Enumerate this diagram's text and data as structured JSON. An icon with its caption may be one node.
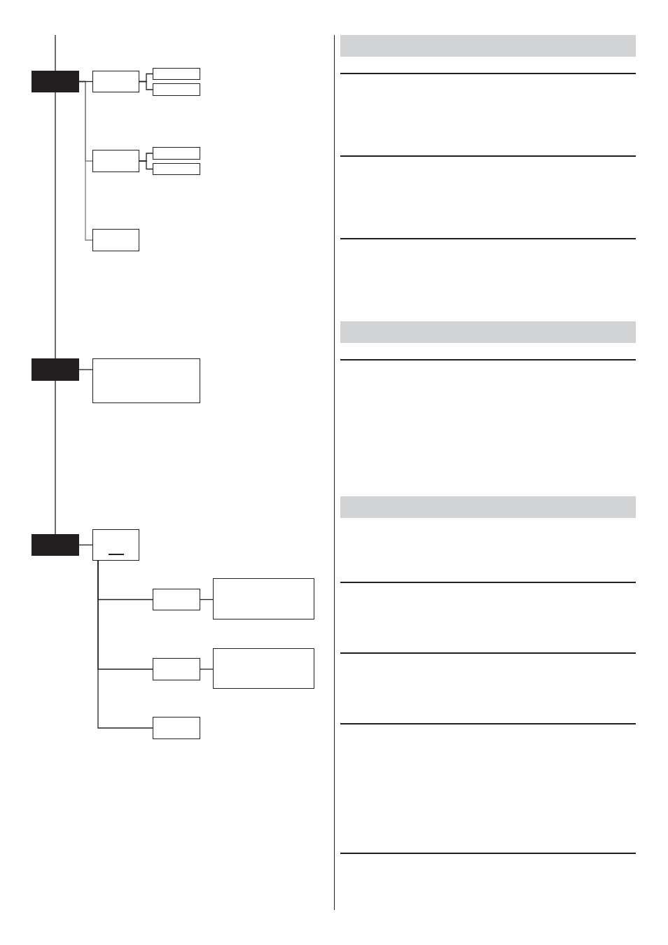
{
  "diagram": {
    "nodes": [
      {
        "text": [],
        "shape": "box"
      },
      {
        "text": [],
        "shape": "box"
      },
      {
        "text": [],
        "shape": "box"
      },
      {
        "text": [],
        "shape": "box"
      },
      {
        "text": [],
        "shape": "box"
      },
      {
        "text": [],
        "shape": "box"
      },
      {
        "text": [],
        "shape": "box"
      },
      {
        "text": [],
        "shape": "box"
      },
      {
        "text": [],
        "shape": "box"
      },
      {
        "text": [],
        "shape": "box"
      },
      {
        "text": [],
        "shape": "box"
      },
      {
        "text": [],
        "shape": "box"
      },
      {
        "text": [],
        "shape": "box"
      },
      {
        "text": [],
        "shape": "box"
      },
      {
        "text": [],
        "shape": "box"
      },
      {
        "text": [],
        "shape": "box"
      },
      {
        "text": [],
        "shape": "box"
      }
    ],
    "edges": [
      {
        "from": null,
        "to": 0,
        "arrow": "none"
      },
      {
        "from": 0,
        "to": 8,
        "arrow": "none"
      },
      {
        "from": 8,
        "to": 10,
        "arrow": "none"
      },
      {
        "from": 0,
        "to": 1,
        "arrow": "none"
      },
      {
        "from": 0,
        "to": 4,
        "arrow": "none",
        "color": "#808080"
      },
      {
        "from": 0,
        "to": 7,
        "arrow": "none",
        "color": "#808080"
      },
      {
        "from": 1,
        "to": 2,
        "arrow": "none"
      },
      {
        "from": 1,
        "to": 3,
        "arrow": "none"
      },
      {
        "from": 4,
        "to": 5,
        "arrow": "none"
      },
      {
        "from": 4,
        "to": 6,
        "arrow": "none"
      },
      {
        "from": 8,
        "to": 9,
        "arrow": "none"
      },
      {
        "from": 10,
        "to": 11,
        "arrow": "none"
      },
      {
        "from": 11,
        "to": 12,
        "arrow": "none"
      },
      {
        "from": 11,
        "to": 14,
        "arrow": "none"
      },
      {
        "from": 11,
        "to": 16,
        "arrow": "none"
      },
      {
        "from": 12,
        "to": 13,
        "arrow": "none"
      },
      {
        "from": 14,
        "to": 15,
        "arrow": "none"
      }
    ]
  }
}
